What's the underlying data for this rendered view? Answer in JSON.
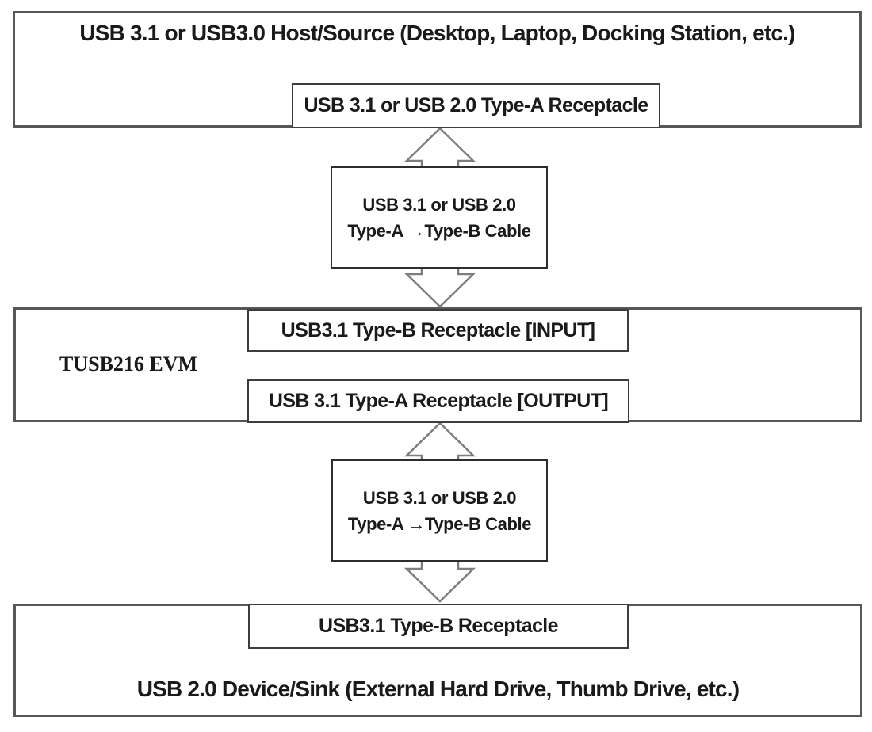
{
  "host": {
    "title": "USB 3.1 or USB3.0 Host/Source (Desktop, Laptop, Docking Station, etc.)",
    "receptacle": "USB 3.1 or USB 2.0 Type-A Receptacle"
  },
  "cable_top": {
    "line1": "USB 3.1 or USB 2.0",
    "line2": "Type-A →Type-B Cable"
  },
  "evm": {
    "label": "TUSB216 EVM",
    "input_receptacle": "USB3.1 Type-B Receptacle [INPUT]",
    "output_receptacle": "USB 3.1 Type-A Receptacle [OUTPUT]"
  },
  "cable_bottom": {
    "line1": "USB 3.1 or USB 2.0",
    "line2": "Type-A →Type-B Cable"
  },
  "device": {
    "receptacle": "USB3.1 Type-B Receptacle",
    "title": "USB 2.0 Device/Sink (External Hard Drive, Thumb Drive, etc.)"
  },
  "colors": {
    "outer_border": "#575757",
    "inner_border": "#3d3d3d",
    "cable_border": "#2e2e2e",
    "arrow_outline": "#7d7d7d",
    "text": "#1a1a1a",
    "background": "#ffffff"
  }
}
